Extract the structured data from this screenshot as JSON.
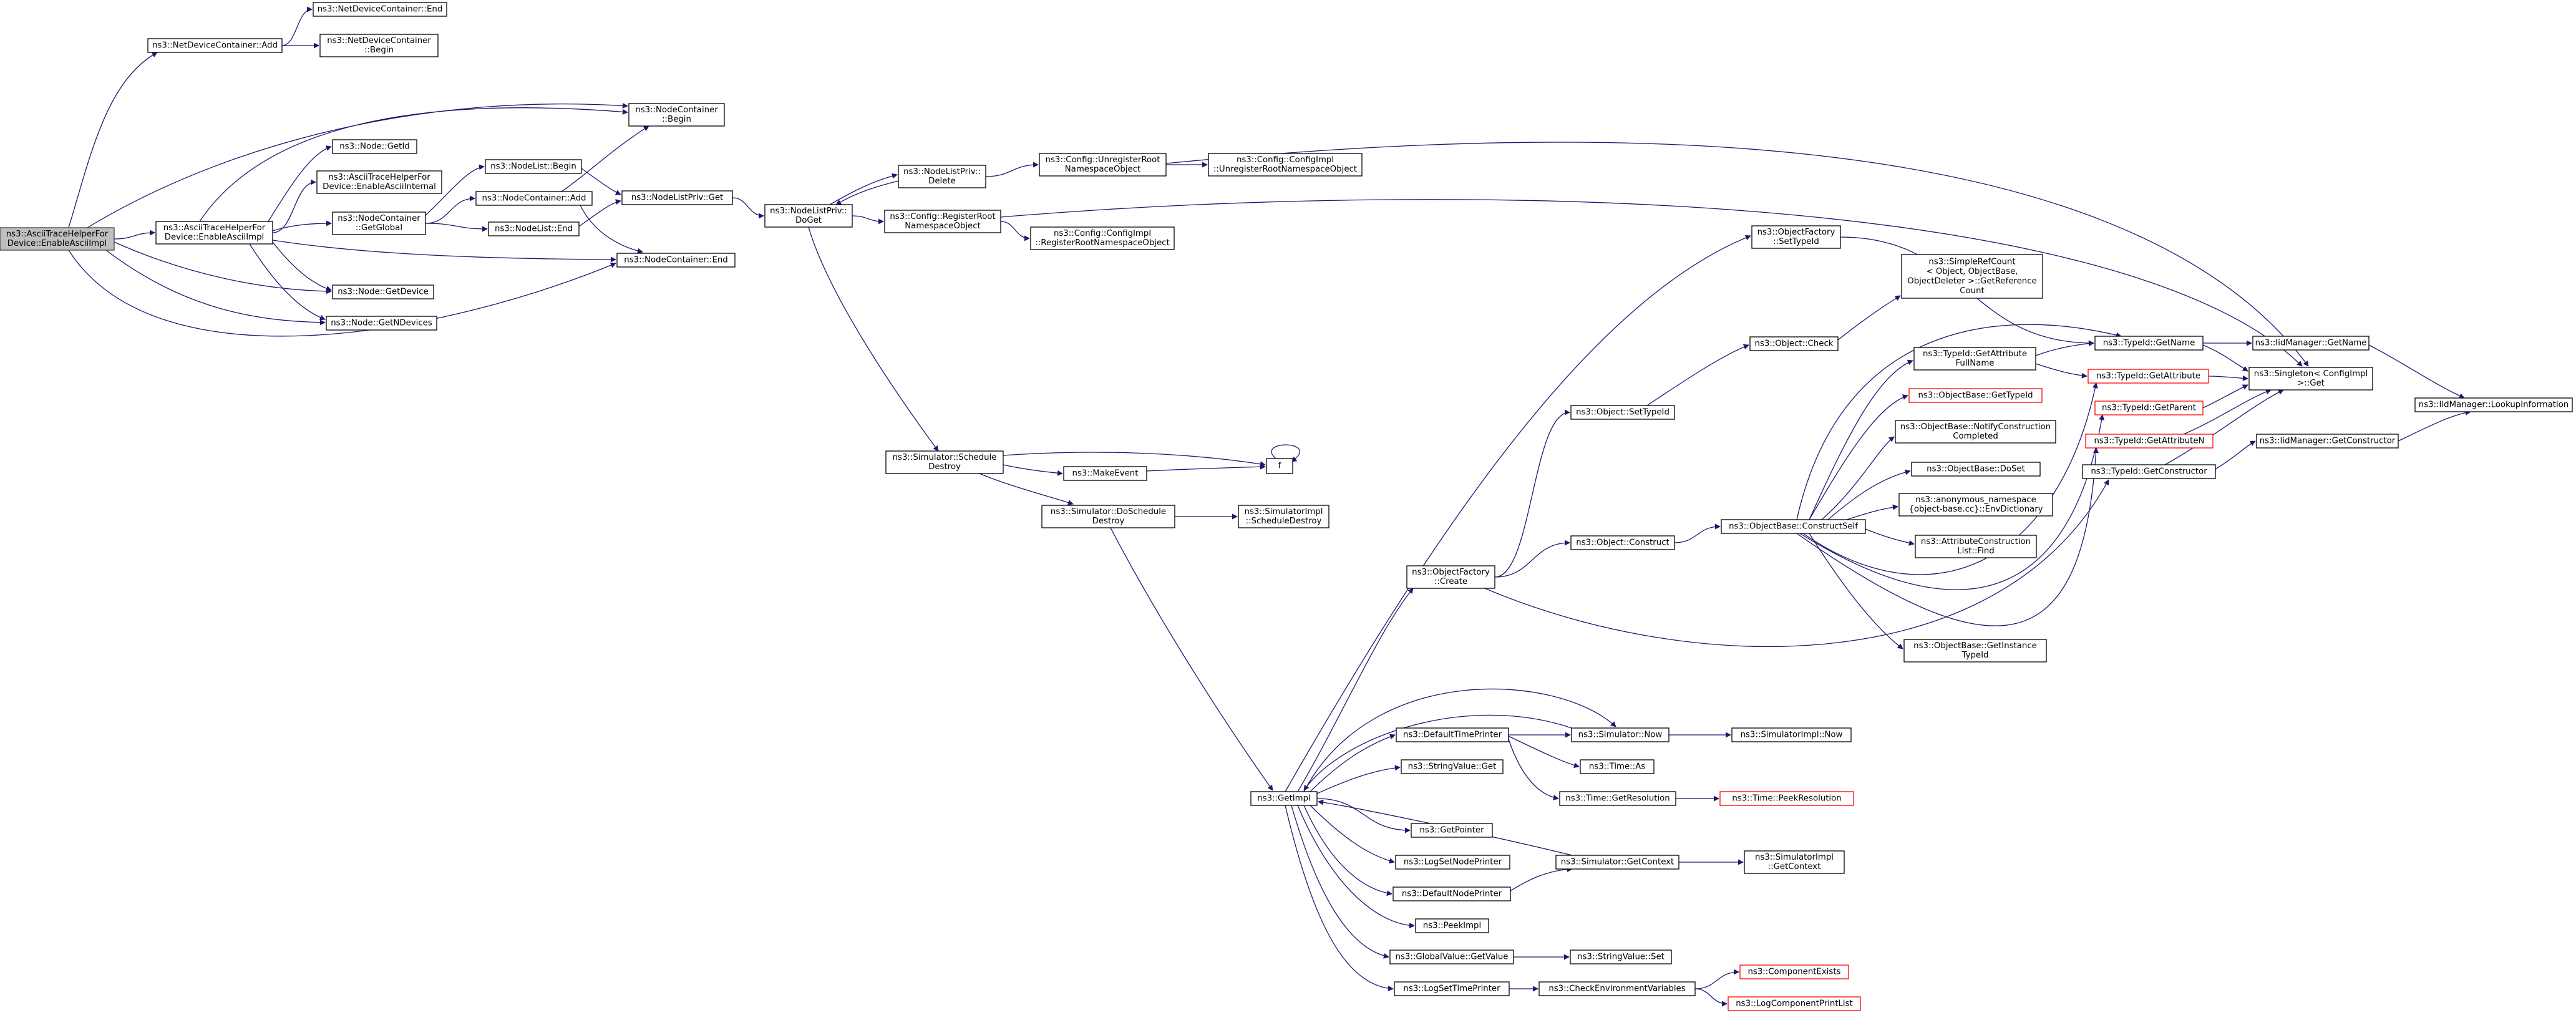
{
  "graph": {
    "edge_color": "#191970",
    "root_fill": "#bfbfbf",
    "truncated_border": "#ff0000",
    "nodes": {
      "root": {
        "lines": [
          "ns3::AsciiTraceHelperFor",
          "Device::EnableAsciiImpl"
        ],
        "style": "root"
      },
      "ndcEnd": {
        "lines": [
          "ns3::NetDeviceContainer::End"
        ]
      },
      "ndcAdd": {
        "lines": [
          "ns3::NetDeviceContainer::Add"
        ]
      },
      "ndcBegin": {
        "lines": [
          "ns3::NetDeviceContainer",
          "::Begin"
        ]
      },
      "ncBegin": {
        "lines": [
          "ns3::NodeContainer",
          "::Begin"
        ]
      },
      "nodeGetId": {
        "lines": [
          "ns3::Node::GetId"
        ]
      },
      "enAsciiInt": {
        "lines": [
          "ns3::AsciiTraceHelperFor",
          "Device::EnableAsciiInternal"
        ]
      },
      "enAsciiImpl": {
        "lines": [
          "ns3::AsciiTraceHelperFor",
          "Device::EnableAsciiImpl"
        ]
      },
      "ncGetGlobal": {
        "lines": [
          "ns3::NodeContainer",
          "::GetGlobal"
        ]
      },
      "nlBegin": {
        "lines": [
          "ns3::NodeList::Begin"
        ]
      },
      "ncAdd": {
        "lines": [
          "ns3::NodeContainer::Add"
        ]
      },
      "nlEnd": {
        "lines": [
          "ns3::NodeList::End"
        ]
      },
      "nlpGet": {
        "lines": [
          "ns3::NodeListPriv::Get"
        ]
      },
      "ncEnd": {
        "lines": [
          "ns3::NodeContainer::End"
        ]
      },
      "nodeGetDevice": {
        "lines": [
          "ns3::Node::GetDevice"
        ]
      },
      "nodeGetNDev": {
        "lines": [
          "ns3::Node::GetNDevices"
        ]
      },
      "nlpDoGet": {
        "lines": [
          "ns3::NodeListPriv::",
          "DoGet"
        ]
      },
      "nlpDelete": {
        "lines": [
          "ns3::NodeListPriv::",
          "Delete"
        ]
      },
      "cfgUnreg": {
        "lines": [
          "ns3::Config::UnregisterRoot",
          "NamespaceObject"
        ]
      },
      "cfgImplUnreg": {
        "lines": [
          "ns3::Config::ConfigImpl",
          "::UnregisterRootNamespaceObject"
        ]
      },
      "cfgReg": {
        "lines": [
          "ns3::Config::RegisterRoot",
          "NamespaceObject"
        ]
      },
      "cfgImplReg": {
        "lines": [
          "ns3::Config::ConfigImpl",
          "::RegisterRootNamespaceObject"
        ]
      },
      "simSchedDestroy": {
        "lines": [
          "ns3::Simulator::Schedule",
          "Destroy"
        ]
      },
      "fNode": {
        "lines": [
          "f"
        ]
      },
      "makeEvent": {
        "lines": [
          "ns3::MakeEvent"
        ]
      },
      "simDoSchedDestroy": {
        "lines": [
          "ns3::Simulator::DoSchedule",
          "Destroy"
        ]
      },
      "simImplSched": {
        "lines": [
          "ns3::SimulatorImpl",
          "::ScheduleDestroy"
        ]
      },
      "ofSetTypeId": {
        "lines": [
          "ns3::ObjectFactory",
          "::SetTypeId"
        ]
      },
      "simpleRefCount": {
        "lines": [
          "ns3::SimpleRefCount",
          "< Object, ObjectBase,",
          "ObjectDeleter >::GetReference",
          "Count"
        ]
      },
      "objCheck": {
        "lines": [
          "ns3::Object::Check"
        ]
      },
      "objSetTypeId": {
        "lines": [
          "ns3::Object::SetTypeId"
        ]
      },
      "objConstruct": {
        "lines": [
          "ns3::Object::Construct"
        ]
      },
      "ofCreate": {
        "lines": [
          "ns3::ObjectFactory",
          "::Create"
        ]
      },
      "obConstructSelf": {
        "lines": [
          "ns3::ObjectBase::ConstructSelf"
        ]
      },
      "tidGetAttrFull": {
        "lines": [
          "ns3::TypeId::GetAttribute",
          "FullName"
        ]
      },
      "obGetTypeId": {
        "lines": [
          "ns3::ObjectBase::GetTypeId"
        ],
        "style": "trunc"
      },
      "obNotify": {
        "lines": [
          "ns3::ObjectBase::NotifyConstruction",
          "Completed"
        ]
      },
      "obDoSet": {
        "lines": [
          "ns3::ObjectBase::DoSet"
        ]
      },
      "anonEnv": {
        "lines": [
          "ns3::anonymous_namespace",
          "{object-base.cc}::EnvDictionary"
        ]
      },
      "attrFind": {
        "lines": [
          "ns3::AttributeConstruction",
          "List::Find"
        ]
      },
      "obGetInstTid": {
        "lines": [
          "ns3::ObjectBase::GetInstance",
          "TypeId"
        ]
      },
      "tidGetName": {
        "lines": [
          "ns3::TypeId::GetName"
        ]
      },
      "tidGetAttr": {
        "lines": [
          "ns3::TypeId::GetAttribute"
        ],
        "style": "trunc"
      },
      "tidGetParent": {
        "lines": [
          "ns3::TypeId::GetParent"
        ],
        "style": "trunc"
      },
      "tidGetAttrN": {
        "lines": [
          "ns3::TypeId::GetAttributeN"
        ],
        "style": "trunc"
      },
      "tidGetCtor": {
        "lines": [
          "ns3::TypeId::GetConstructor"
        ]
      },
      "iidGetName": {
        "lines": [
          "ns3::IidManager::GetName"
        ]
      },
      "singletonGet": {
        "lines": [
          "ns3::Singleton< ConfigImpl",
          " >::Get"
        ]
      },
      "iidGetCtor": {
        "lines": [
          "ns3::IidManager::GetConstructor"
        ]
      },
      "iidLookup": {
        "lines": [
          "ns3::IidManager::LookupInformation"
        ]
      },
      "getImpl": {
        "lines": [
          "ns3::GetImpl"
        ]
      },
      "defTimePrinter": {
        "lines": [
          "ns3::DefaultTimePrinter"
        ]
      },
      "simNow": {
        "lines": [
          "ns3::Simulator::Now"
        ]
      },
      "simImplNow": {
        "lines": [
          "ns3::SimulatorImpl::Now"
        ]
      },
      "timeAs": {
        "lines": [
          "ns3::Time::As"
        ]
      },
      "strValGet": {
        "lines": [
          "ns3::StringValue::Get"
        ]
      },
      "timeGetRes": {
        "lines": [
          "ns3::Time::GetResolution"
        ]
      },
      "timePeekRes": {
        "lines": [
          "ns3::Time::PeekResolution"
        ],
        "style": "trunc"
      },
      "getPointer": {
        "lines": [
          "ns3::GetPointer"
        ]
      },
      "logSetNodePrinter": {
        "lines": [
          "ns3::LogSetNodePrinter"
        ]
      },
      "simGetContext": {
        "lines": [
          "ns3::Simulator::GetContext"
        ]
      },
      "simImplGetContext": {
        "lines": [
          "ns3::SimulatorImpl",
          "::GetContext"
        ]
      },
      "defNodePrinter": {
        "lines": [
          "ns3::DefaultNodePrinter"
        ]
      },
      "peekImpl": {
        "lines": [
          "ns3::PeekImpl"
        ]
      },
      "gvGetValue": {
        "lines": [
          "ns3::GlobalValue::GetValue"
        ]
      },
      "strValSet": {
        "lines": [
          "ns3::StringValue::Set"
        ]
      },
      "logSetTimePrinter": {
        "lines": [
          "ns3::LogSetTimePrinter"
        ]
      },
      "checkEnv": {
        "lines": [
          "ns3::CheckEnvironmentVariables"
        ]
      },
      "compExists": {
        "lines": [
          "ns3::ComponentExists"
        ],
        "style": "trunc"
      },
      "logCompPrint": {
        "lines": [
          "ns3::LogComponentPrintList"
        ],
        "style": "trunc"
      }
    },
    "edges": [
      [
        "root",
        "ndcAdd"
      ],
      [
        "ndcAdd",
        "ndcEnd"
      ],
      [
        "ndcAdd",
        "ndcBegin"
      ],
      [
        "root",
        "ncBegin"
      ],
      [
        "root",
        "enAsciiImpl"
      ],
      [
        "root",
        "nodeGetDevice"
      ],
      [
        "root",
        "nodeGetNDev"
      ],
      [
        "root",
        "ncEnd"
      ],
      [
        "enAsciiImpl",
        "ncBegin"
      ],
      [
        "enAsciiImpl",
        "nodeGetId"
      ],
      [
        "enAsciiImpl",
        "enAsciiInt"
      ],
      [
        "enAsciiImpl",
        "ncGetGlobal"
      ],
      [
        "enAsciiImpl",
        "ncEnd"
      ],
      [
        "enAsciiImpl",
        "nodeGetDevice"
      ],
      [
        "enAsciiImpl",
        "nodeGetNDev"
      ],
      [
        "ncGetGlobal",
        "nlBegin"
      ],
      [
        "ncGetGlobal",
        "ncAdd"
      ],
      [
        "ncGetGlobal",
        "nlEnd"
      ],
      [
        "nlBegin",
        "nlpGet"
      ],
      [
        "nlEnd",
        "nlpGet"
      ],
      [
        "ncAdd",
        "ncBegin"
      ],
      [
        "ncAdd",
        "ncEnd"
      ],
      [
        "nlpGet",
        "nlpDoGet"
      ],
      [
        "nlpDoGet",
        "nlpDelete"
      ],
      [
        "nlpDelete",
        "nlpDoGet"
      ],
      [
        "nlpDoGet",
        "cfgReg"
      ],
      [
        "nlpDoGet",
        "simSchedDestroy"
      ],
      [
        "nlpDelete",
        "cfgUnreg"
      ],
      [
        "cfgUnreg",
        "cfgImplUnreg"
      ],
      [
        "cfgUnreg",
        "singletonGet"
      ],
      [
        "cfgReg",
        "cfgImplReg"
      ],
      [
        "cfgReg",
        "singletonGet"
      ],
      [
        "simSchedDestroy",
        "fNode"
      ],
      [
        "fNode",
        "fNode"
      ],
      [
        "simSchedDestroy",
        "makeEvent"
      ],
      [
        "makeEvent",
        "fNode"
      ],
      [
        "simSchedDestroy",
        "simDoSchedDestroy"
      ],
      [
        "simDoSchedDestroy",
        "simImplSched"
      ],
      [
        "simDoSchedDestroy",
        "getImpl"
      ],
      [
        "getImpl",
        "ofSetTypeId"
      ],
      [
        "getImpl",
        "ofCreate"
      ],
      [
        "getImpl",
        "defTimePrinter"
      ],
      [
        "getImpl",
        "simNow"
      ],
      [
        "getImpl",
        "strValGet"
      ],
      [
        "getImpl",
        "getPointer"
      ],
      [
        "getImpl",
        "logSetNodePrinter"
      ],
      [
        "getImpl",
        "defNodePrinter"
      ],
      [
        "getImpl",
        "peekImpl"
      ],
      [
        "getImpl",
        "gvGetValue"
      ],
      [
        "getImpl",
        "logSetTimePrinter"
      ],
      [
        "ofSetTypeId",
        "tidGetName"
      ],
      [
        "ofCreate",
        "objSetTypeId"
      ],
      [
        "ofCreate",
        "objConstruct"
      ],
      [
        "ofCreate",
        "tidGetCtor"
      ],
      [
        "objSetTypeId",
        "objCheck"
      ],
      [
        "objCheck",
        "simpleRefCount"
      ],
      [
        "objConstruct",
        "obConstructSelf"
      ],
      [
        "obConstructSelf",
        "tidGetAttrFull"
      ],
      [
        "obConstructSelf",
        "obGetTypeId"
      ],
      [
        "obConstructSelf",
        "obNotify"
      ],
      [
        "obConstructSelf",
        "obDoSet"
      ],
      [
        "obConstructSelf",
        "anonEnv"
      ],
      [
        "obConstructSelf",
        "attrFind"
      ],
      [
        "obConstructSelf",
        "obGetInstTid"
      ],
      [
        "obConstructSelf",
        "tidGetName"
      ],
      [
        "obConstructSelf",
        "tidGetAttr"
      ],
      [
        "obConstructSelf",
        "tidGetParent"
      ],
      [
        "obConstructSelf",
        "tidGetAttrN"
      ],
      [
        "tidGetAttrFull",
        "tidGetName"
      ],
      [
        "tidGetAttrFull",
        "tidGetAttr"
      ],
      [
        "tidGetName",
        "iidGetName"
      ],
      [
        "tidGetName",
        "singletonGet"
      ],
      [
        "tidGetAttr",
        "singletonGet"
      ],
      [
        "tidGetParent",
        "singletonGet"
      ],
      [
        "tidGetAttrN",
        "singletonGet"
      ],
      [
        "tidGetCtor",
        "iidGetCtor"
      ],
      [
        "tidGetCtor",
        "singletonGet"
      ],
      [
        "iidGetName",
        "iidLookup"
      ],
      [
        "iidGetCtor",
        "iidLookup"
      ],
      [
        "defTimePrinter",
        "simNow"
      ],
      [
        "defTimePrinter",
        "timeAs"
      ],
      [
        "defTimePrinter",
        "timeGetRes"
      ],
      [
        "simNow",
        "simImplNow"
      ],
      [
        "simNow",
        "getImpl"
      ],
      [
        "timeGetRes",
        "timePeekRes"
      ],
      [
        "defNodePrinter",
        "simGetContext"
      ],
      [
        "simGetContext",
        "simImplGetContext"
      ],
      [
        "simGetContext",
        "getImpl"
      ],
      [
        "gvGetValue",
        "strValSet"
      ],
      [
        "logSetTimePrinter",
        "checkEnv"
      ],
      [
        "checkEnv",
        "compExists"
      ],
      [
        "checkEnv",
        "logCompPrint"
      ]
    ]
  }
}
